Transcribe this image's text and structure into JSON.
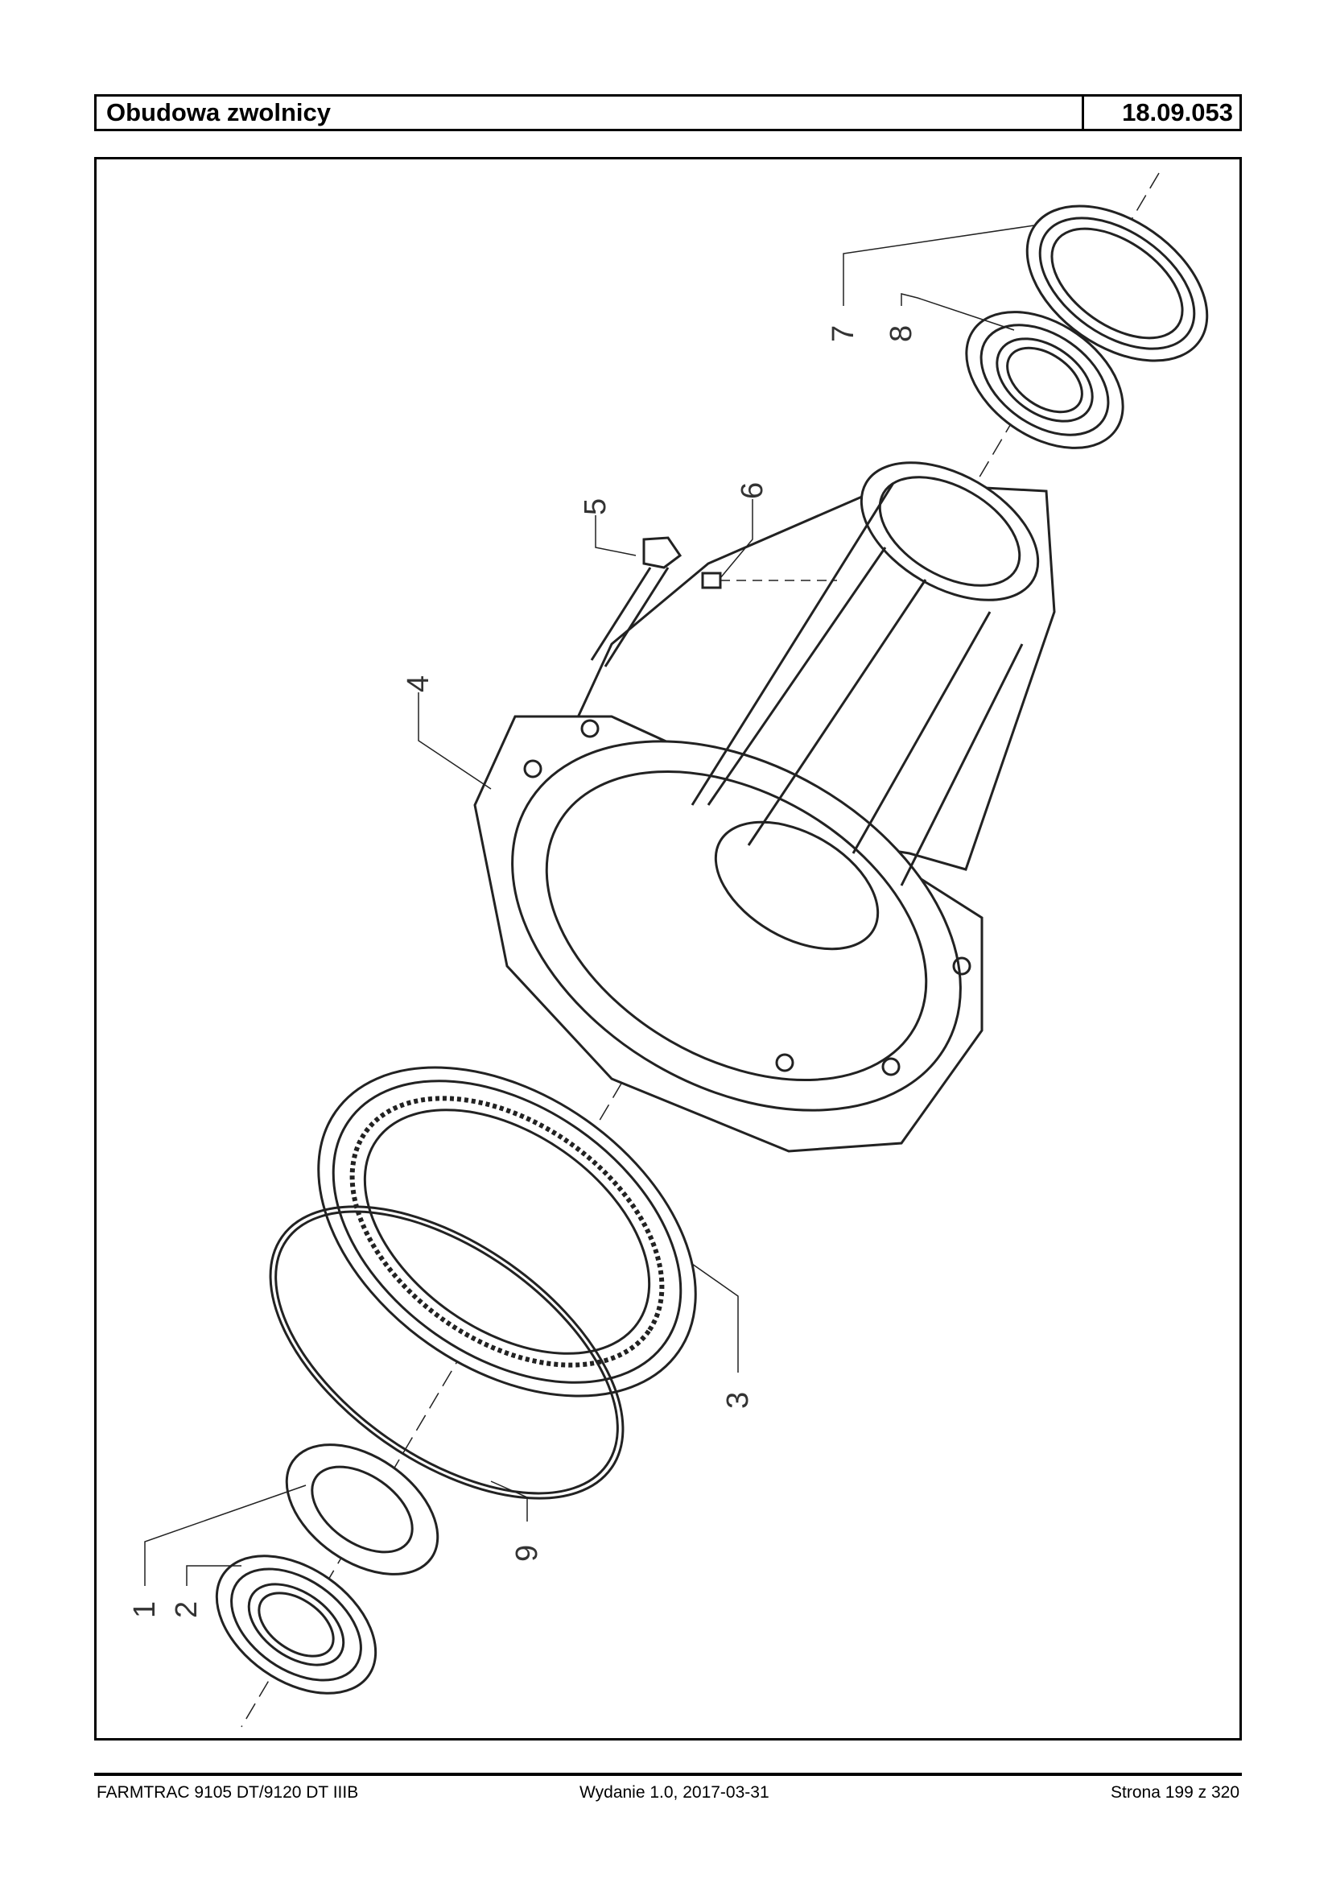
{
  "header": {
    "title": "Obudowa zwolnicy",
    "code": "18.09.053"
  },
  "drawing": {
    "callouts": {
      "c1": "1",
      "c2": "2",
      "c3": "3",
      "c4": "4",
      "c5": "5",
      "c6": "6",
      "c7": "7",
      "c8": "8",
      "c9": "9"
    }
  },
  "footer": {
    "model": "FARMTRAC 9105 DT/9120 DT IIIB",
    "edition": "Wydanie 1.0,  2017-03-31",
    "page": "Strona 199 z 320"
  }
}
